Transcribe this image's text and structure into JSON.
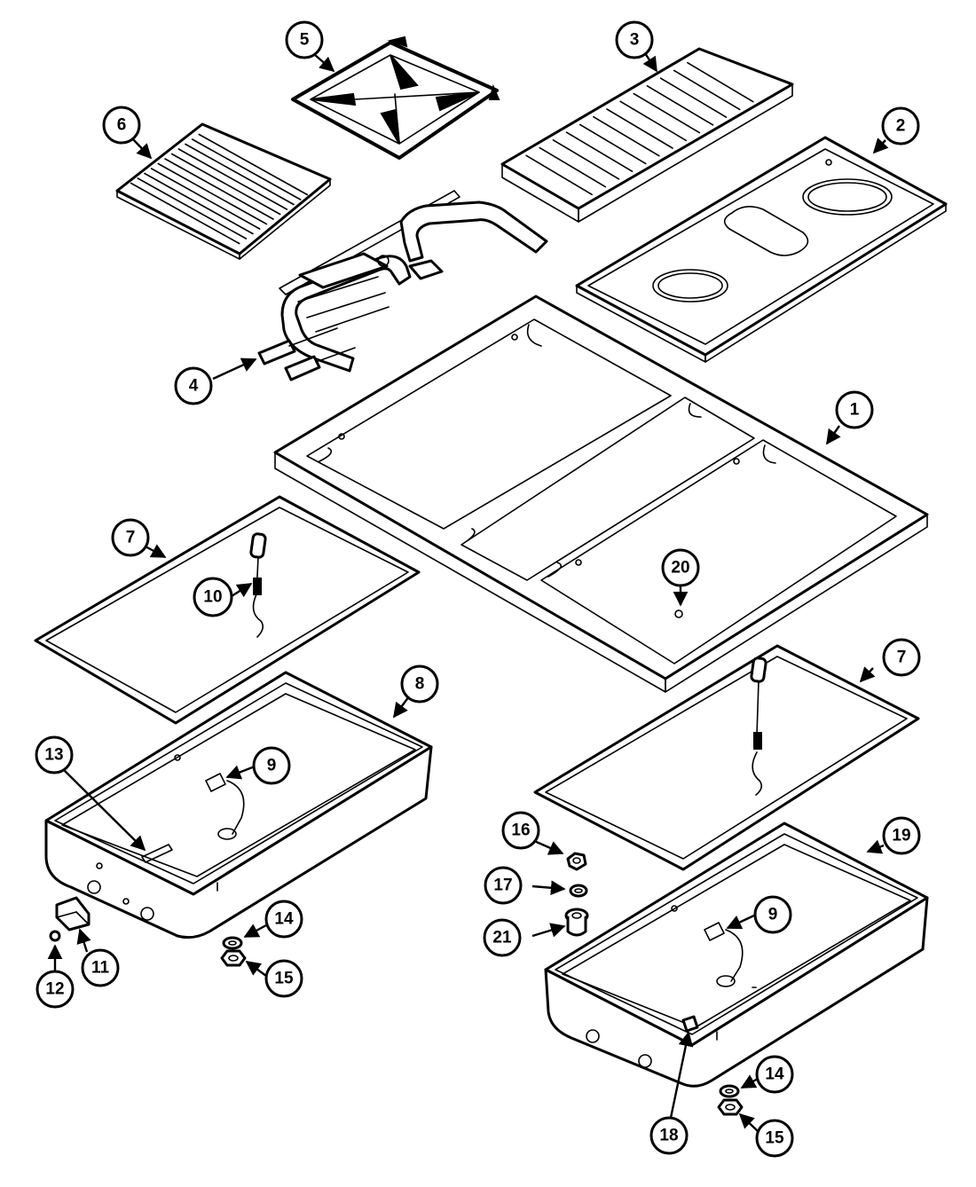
{
  "callouts": {
    "c1": "1",
    "c2": "2",
    "c3": "3",
    "c4": "4",
    "c5": "5",
    "c6": "6",
    "c7a": "7",
    "c7b": "7",
    "c8": "8",
    "c9a": "9",
    "c9b": "9",
    "c10": "10",
    "c11": "11",
    "c12": "12",
    "c13": "13",
    "c14a": "14",
    "c14b": "14",
    "c15a": "15",
    "c15b": "15",
    "c16": "16",
    "c17": "17",
    "c18": "18",
    "c19": "19",
    "c20": "20",
    "c21": "21"
  },
  "colors": {
    "line": "#000000",
    "background": "#ffffff"
  }
}
